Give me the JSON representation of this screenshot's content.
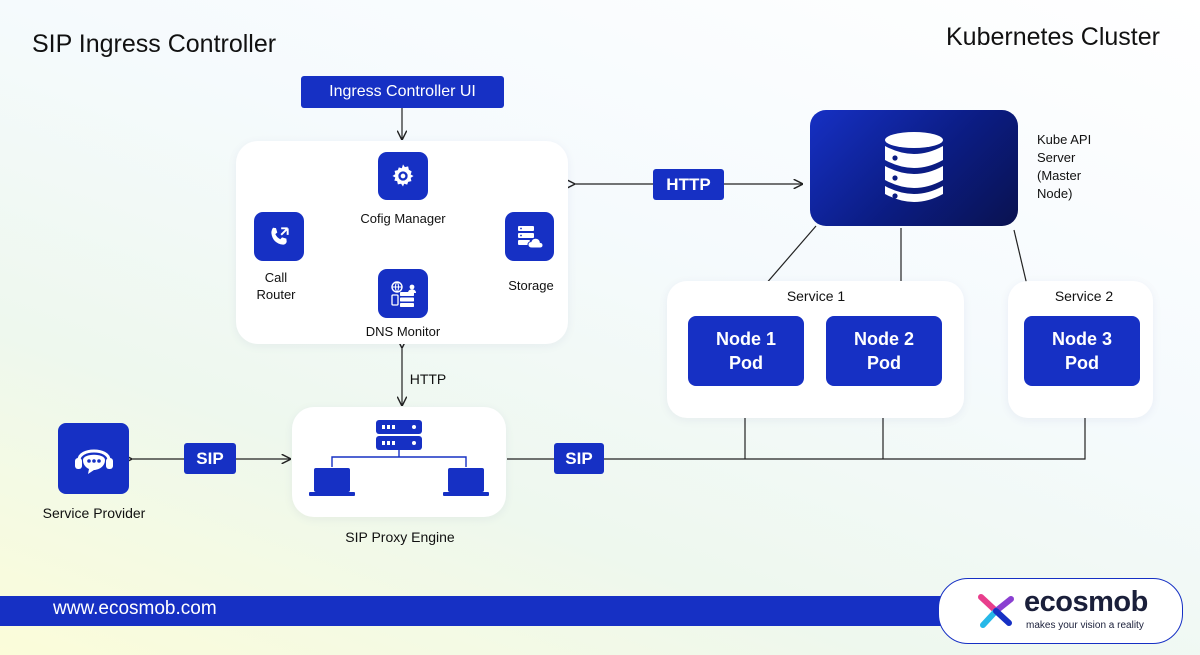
{
  "titles": {
    "left": "SIP Ingress Controller",
    "right": "Kubernetes Cluster"
  },
  "ingress_ui": {
    "label": "Ingress Controller UI"
  },
  "controller": {
    "config_manager": "Cofig Manager",
    "call_router": "Call\nRouter",
    "storage": "Storage",
    "dns_monitor": "DNS Monitor"
  },
  "connections": {
    "http_top": "HTTP",
    "http_vertical": "HTTP",
    "sip_left": "SIP",
    "sip_right": "SIP"
  },
  "kube_api": {
    "label": "Kube API\nServer\n(Master\nNode)"
  },
  "services": [
    {
      "name": "Service 1",
      "pods": [
        "Node 1\nPod",
        "Node 2\nPod"
      ]
    },
    {
      "name": "Service 2",
      "pods": [
        "Node 3\nPod"
      ]
    }
  ],
  "service_provider": {
    "label": "Service Provider"
  },
  "proxy": {
    "label": "SIP Proxy Engine"
  },
  "footer": {
    "url": "www.ecosmob.com",
    "brand": "ecosmob",
    "tagline": "makes your vision a reality"
  },
  "colors": {
    "accent": "#1630c4",
    "dark": "#0a1250"
  },
  "icons": [
    "gear-icon",
    "phone-icon",
    "storage-cloud-icon",
    "dns-monitor-icon",
    "database-icon",
    "headset-chat-icon",
    "server-icon",
    "laptop-icon"
  ]
}
